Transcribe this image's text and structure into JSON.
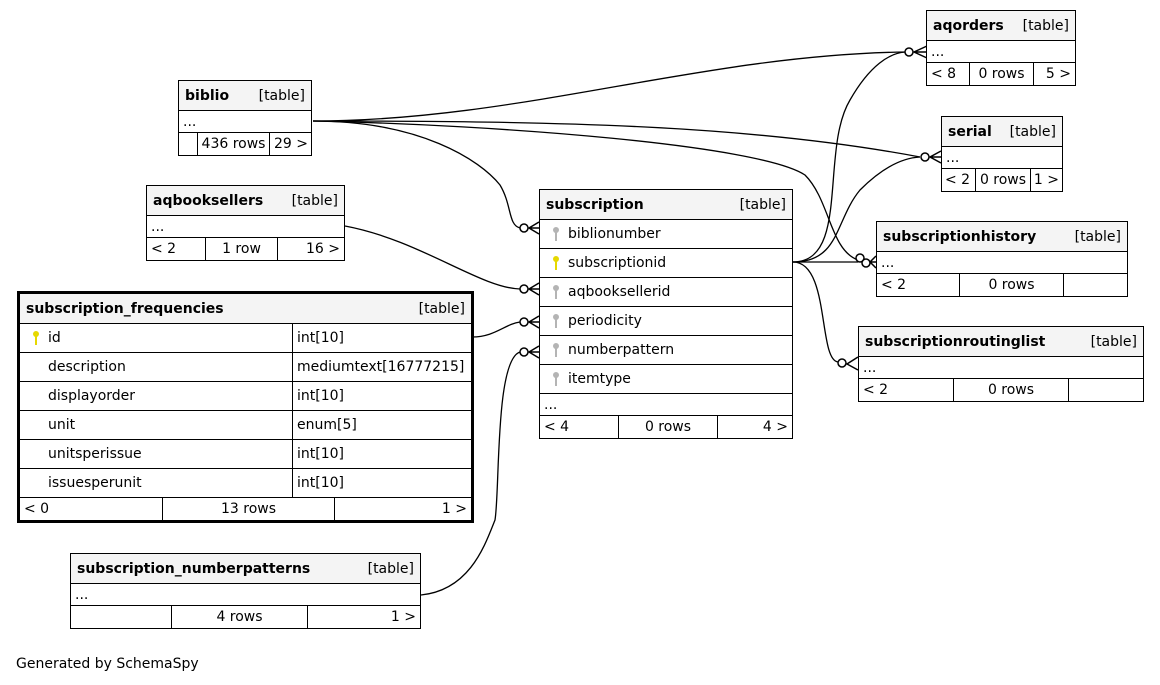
{
  "tables": {
    "aqorders": {
      "name": "aqorders",
      "kind": "[table]",
      "more": "...",
      "parents": "< 8",
      "rows": "0 rows",
      "children": "5 >"
    },
    "biblio": {
      "name": "biblio",
      "kind": "[table]",
      "more": "...",
      "parents": "",
      "rows": "436 rows",
      "children": "29 >"
    },
    "serial": {
      "name": "serial",
      "kind": "[table]",
      "more": "...",
      "parents": "< 2",
      "rows": "0 rows",
      "children": "1 >"
    },
    "aqbooksellers": {
      "name": "aqbooksellers",
      "kind": "[table]",
      "more": "...",
      "parents": "< 2",
      "rows": "1 row",
      "children": "16 >"
    },
    "subscription": {
      "name": "subscription",
      "kind": "[table]",
      "columns": [
        {
          "name": "biblionumber",
          "key": "foreign"
        },
        {
          "name": "subscriptionid",
          "key": "primary"
        },
        {
          "name": "aqbooksellerid",
          "key": "foreign"
        },
        {
          "name": "periodicity",
          "key": "foreign"
        },
        {
          "name": "numberpattern",
          "key": "foreign"
        },
        {
          "name": "itemtype",
          "key": "foreign"
        }
      ],
      "more": "...",
      "parents": "< 4",
      "rows": "0 rows",
      "children": "4 >"
    },
    "subscriptionhistory": {
      "name": "subscriptionhistory",
      "kind": "[table]",
      "more": "...",
      "parents": "< 2",
      "rows": "0 rows",
      "children": ""
    },
    "subscriptionroutinglist": {
      "name": "subscriptionroutinglist",
      "kind": "[table]",
      "more": "...",
      "parents": "< 2",
      "rows": "0 rows",
      "children": ""
    },
    "subscription_frequencies": {
      "name": "subscription_frequencies",
      "kind": "[table]",
      "columns": [
        {
          "name": "id",
          "type": "int[10]",
          "key": "primary"
        },
        {
          "name": "description",
          "type": "mediumtext[16777215]",
          "key": ""
        },
        {
          "name": "displayorder",
          "type": "int[10]",
          "key": ""
        },
        {
          "name": "unit",
          "type": "enum[5]",
          "key": ""
        },
        {
          "name": "unitsperissue",
          "type": "int[10]",
          "key": ""
        },
        {
          "name": "issuesperunit",
          "type": "int[10]",
          "key": ""
        }
      ],
      "parents": "< 0",
      "rows": "13 rows",
      "children": "1 >"
    },
    "subscription_numberpatterns": {
      "name": "subscription_numberpatterns",
      "kind": "[table]",
      "more": "...",
      "parents": "",
      "rows": "4 rows",
      "children": "1 >"
    }
  },
  "relationships": [
    {
      "from": "biblio",
      "to": "aqorders"
    },
    {
      "from": "biblio",
      "to": "serial"
    },
    {
      "from": "biblio",
      "to": "subscriptionhistory"
    },
    {
      "from": "biblio",
      "to": "subscription.biblionumber"
    },
    {
      "from": "aqbooksellers",
      "to": "subscription.aqbooksellerid"
    },
    {
      "from": "subscription_frequencies.id",
      "to": "subscription.periodicity"
    },
    {
      "from": "subscription_numberpatterns",
      "to": "subscription.numberpattern"
    },
    {
      "from": "subscription.subscriptionid",
      "to": "aqorders"
    },
    {
      "from": "subscription.subscriptionid",
      "to": "serial"
    },
    {
      "from": "subscription.subscriptionid",
      "to": "subscriptionhistory"
    },
    {
      "from": "subscription.subscriptionid",
      "to": "subscriptionroutinglist"
    }
  ],
  "colors": {
    "primary_key": "#e6d800",
    "foreign_key": "#b4b4b4",
    "header_bg": "#f4f4f4"
  },
  "footer": {
    "credit": "Generated by SchemaSpy"
  }
}
